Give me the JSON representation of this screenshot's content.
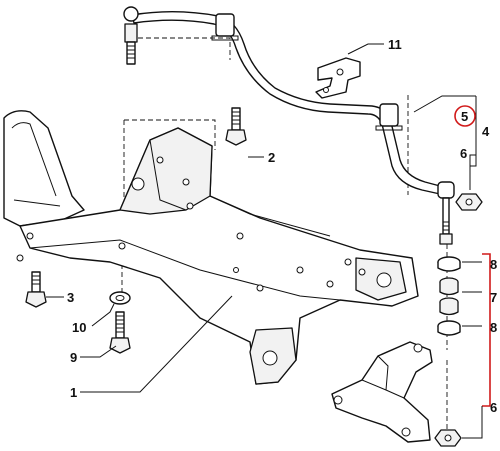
{
  "diagram": {
    "callouts": {
      "c1": "1",
      "c2": "2",
      "c3": "3",
      "c4": "4",
      "c5": "5",
      "c6a": "6",
      "c6b": "6",
      "c7": "7",
      "c8a": "8",
      "c8b": "8",
      "c9": "9",
      "c10": "10",
      "c11": "11"
    },
    "highlight_color": "#d11a1a",
    "line_color": "#111111"
  }
}
